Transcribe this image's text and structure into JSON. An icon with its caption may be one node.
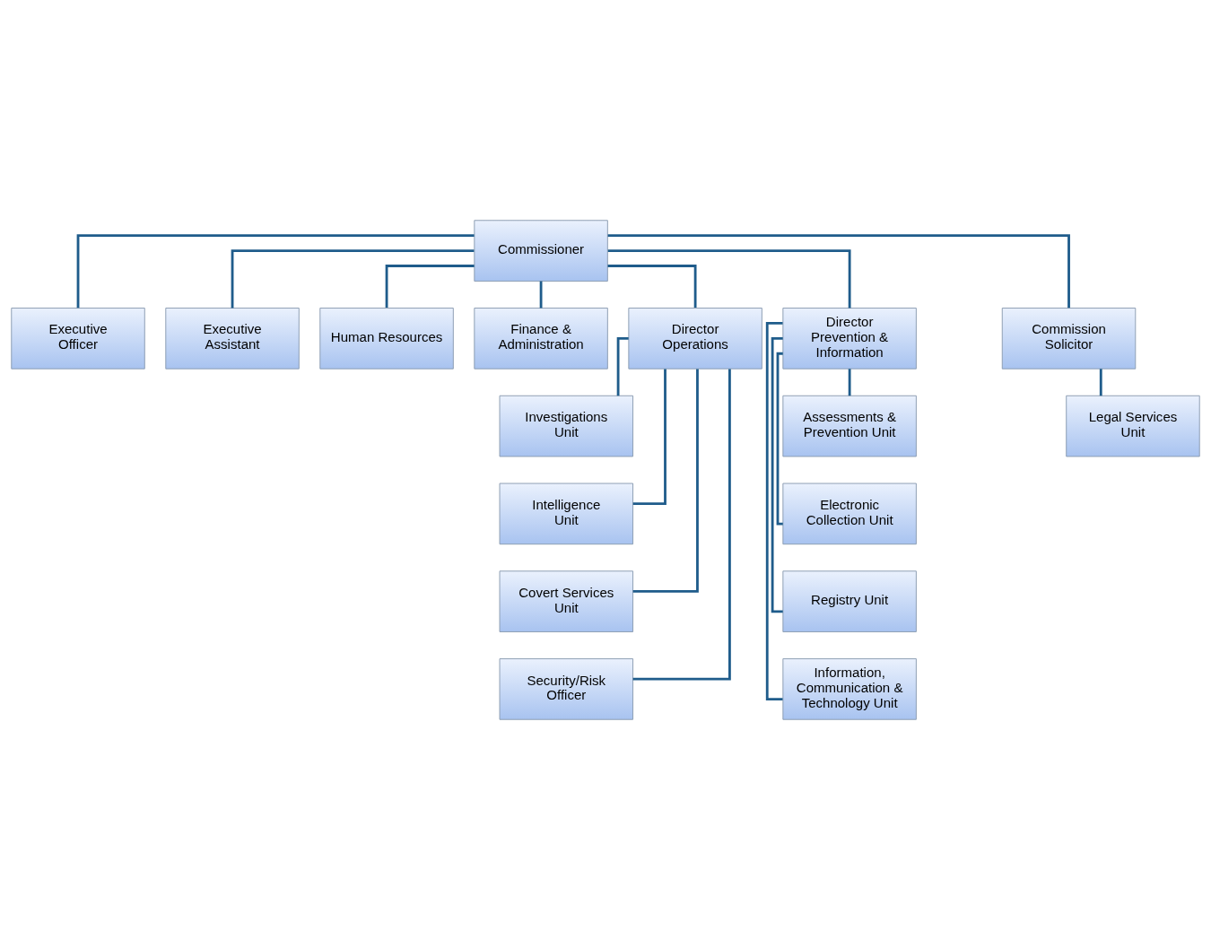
{
  "diagram": {
    "nodes": [
      {
        "text": [
          "Commissioner"
        ]
      },
      {
        "text": [
          "Executive Officer"
        ]
      },
      {
        "text": [
          "Executive Assistant"
        ]
      },
      {
        "text": [
          "Human Resources"
        ]
      },
      {
        "text": [
          "Finance & Administration"
        ]
      },
      {
        "text": [
          "Director Operations"
        ]
      },
      {
        "text": [
          "Director Prevention & Information"
        ]
      },
      {
        "text": [
          "Commission Solicitor"
        ]
      },
      {
        "text": [
          "Investigations Unit"
        ]
      },
      {
        "text": [
          "Intelligence Unit"
        ]
      },
      {
        "text": [
          "Covert Services Unit"
        ]
      },
      {
        "text": [
          "Security/Risk Officer"
        ]
      },
      {
        "text": [
          "Assessments & Prevention Unit"
        ]
      },
      {
        "text": [
          "Electronic Collection Unit"
        ]
      },
      {
        "text": [
          "Registry Unit"
        ]
      },
      {
        "text": [
          "Information, Communication & Technology Unit"
        ]
      },
      {
        "text": [
          "Legal Services Unit"
        ]
      }
    ],
    "edges": [
      {
        "from": 0,
        "to": 1,
        "arrow": "none"
      },
      {
        "from": 0,
        "to": 2,
        "arrow": "none"
      },
      {
        "from": 0,
        "to": 3,
        "arrow": "none"
      },
      {
        "from": 0,
        "to": 4,
        "arrow": "none"
      },
      {
        "from": 0,
        "to": 5,
        "arrow": "none"
      },
      {
        "from": 0,
        "to": 6,
        "arrow": "none"
      },
      {
        "from": 0,
        "to": 7,
        "arrow": "none"
      },
      {
        "from": 5,
        "to": 8,
        "arrow": "none"
      },
      {
        "from": 5,
        "to": 9,
        "arrow": "none"
      },
      {
        "from": 5,
        "to": 10,
        "arrow": "none"
      },
      {
        "from": 5,
        "to": 11,
        "arrow": "none"
      },
      {
        "from": 6,
        "to": 12,
        "arrow": "none"
      },
      {
        "from": 6,
        "to": 13,
        "arrow": "none"
      },
      {
        "from": 6,
        "to": 14,
        "arrow": "none"
      },
      {
        "from": 6,
        "to": 15,
        "arrow": "none"
      },
      {
        "from": 7,
        "to": 16,
        "arrow": "none"
      }
    ]
  }
}
